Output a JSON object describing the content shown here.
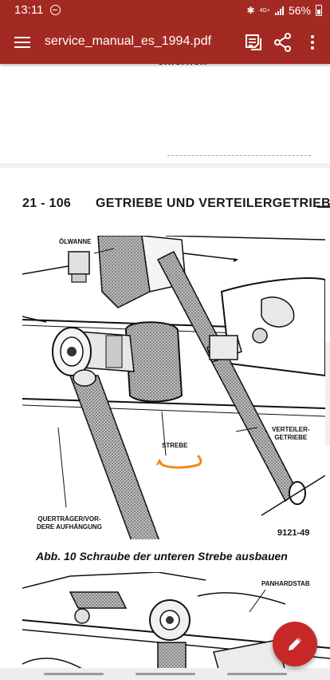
{
  "status_bar": {
    "time": "13:11",
    "network": "4G+",
    "battery_percent": "56%"
  },
  "app_bar": {
    "title": "service_manual_es_1994.pdf",
    "icons": {
      "menu": "hamburger-menu-icon",
      "contents": "table-of-contents-icon",
      "share": "share-icon",
      "more": "more-vert-icon"
    }
  },
  "page1": {
    "cut_text": "chiernen"
  },
  "page2": {
    "page_number": "21 - 106",
    "heading": "GETRIEBE UND VERTEILERGETRIEBE",
    "figure_labels": {
      "oelwanne": "ÖLWANNE",
      "strebe": "STREBE",
      "verteiler": "VERTEILER-\nGETRIEBE",
      "quertraeger": "QUERTRÄGER/VOR-\nDERE AUFHÄNGUNG",
      "code": "9121-49"
    },
    "caption": "Abb. 10 Schraube der unteren Strebe ausbauen",
    "second_figure_label": "PANHARDSTAB"
  },
  "colors": {
    "app_bar": "#a32a22",
    "fab": "#c62828",
    "annotation": "#f08a1c"
  }
}
